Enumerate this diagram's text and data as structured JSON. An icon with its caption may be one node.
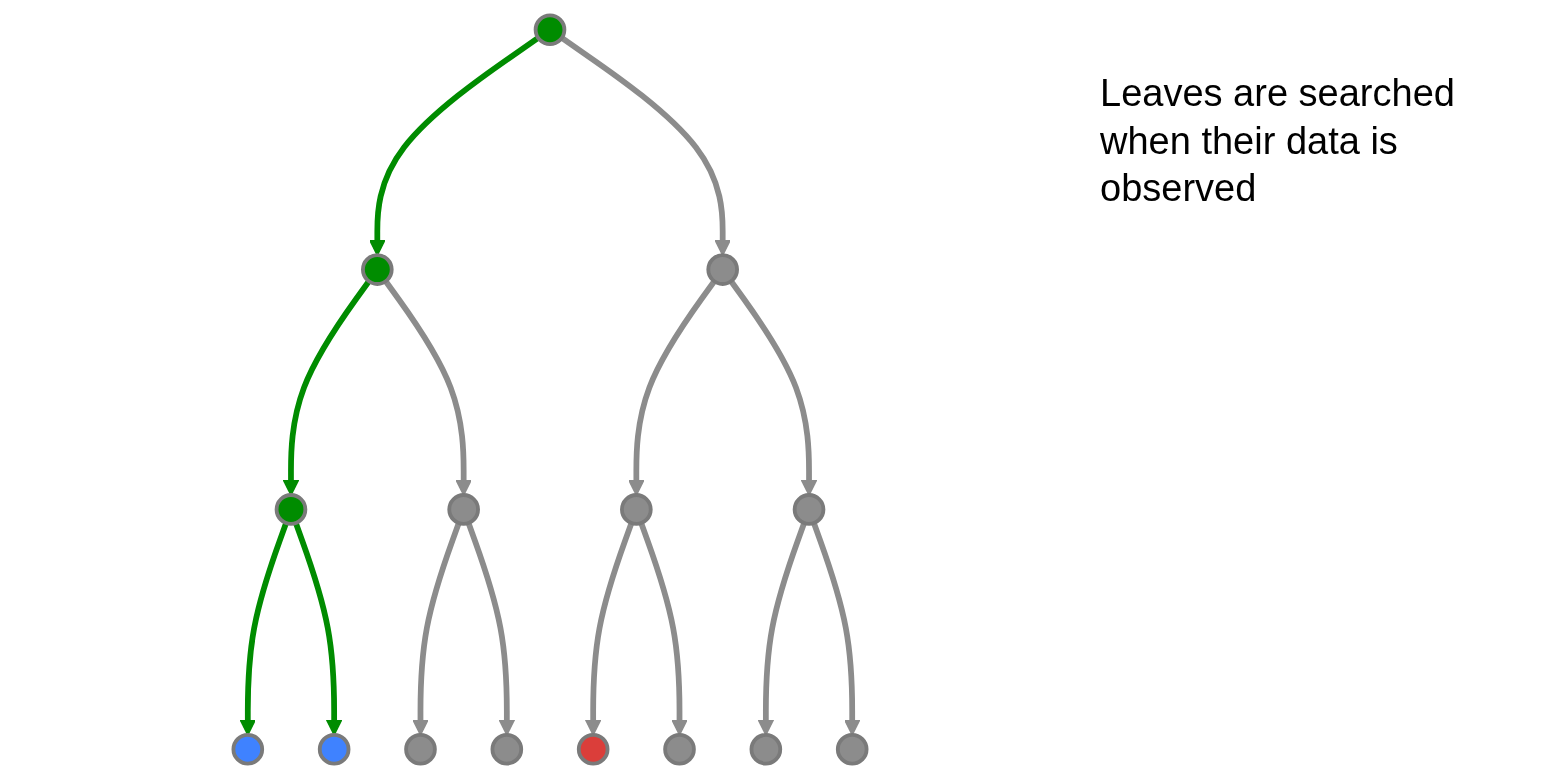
{
  "diagram": {
    "nodes": [
      {
        "text": [],
        "shape": "circle"
      },
      {
        "text": [],
        "shape": "circle"
      },
      {
        "text": [],
        "shape": "circle"
      },
      {
        "text": [],
        "shape": "circle"
      },
      {
        "text": [],
        "shape": "circle"
      },
      {
        "text": [],
        "shape": "circle"
      },
      {
        "text": [],
        "shape": "circle"
      },
      {
        "text": [],
        "shape": "circle"
      },
      {
        "text": [],
        "shape": "circle"
      },
      {
        "text": [],
        "shape": "circle"
      },
      {
        "text": [],
        "shape": "circle"
      },
      {
        "text": [],
        "shape": "circle"
      },
      {
        "text": [],
        "shape": "circle"
      },
      {
        "text": [],
        "shape": "circle"
      },
      {
        "text": [],
        "shape": "circle"
      }
    ],
    "edges": [
      {
        "from": 0,
        "to": 1,
        "arrow": "to",
        "color": "#008c00"
      },
      {
        "from": 0,
        "to": 2,
        "arrow": "to"
      },
      {
        "from": 1,
        "to": 3,
        "arrow": "to",
        "color": "#008c00"
      },
      {
        "from": 1,
        "to": 4,
        "arrow": "to"
      },
      {
        "from": 2,
        "to": 5,
        "arrow": "to"
      },
      {
        "from": 2,
        "to": 6,
        "arrow": "to"
      },
      {
        "from": 3,
        "to": 7,
        "arrow": "to",
        "color": "#008c00"
      },
      {
        "from": 3,
        "to": 8,
        "arrow": "to",
        "color": "#008c00"
      },
      {
        "from": 4,
        "to": 9,
        "arrow": "to"
      },
      {
        "from": 4,
        "to": 10,
        "arrow": "to"
      },
      {
        "from": 5,
        "to": 11,
        "arrow": "to"
      },
      {
        "from": 5,
        "to": 12,
        "arrow": "to"
      },
      {
        "from": 6,
        "to": 13,
        "arrow": "to"
      },
      {
        "from": 6,
        "to": 14,
        "arrow": "to"
      }
    ],
    "labels": [
      "Leaves are searched when their data is observed"
    ]
  }
}
